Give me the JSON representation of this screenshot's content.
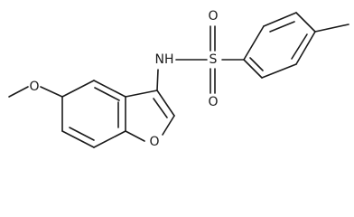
{
  "molecule": {
    "atom_labels": {
      "methoxy_oxygen": "O",
      "furan_oxygen": "O",
      "amine": "NH",
      "sulfur": "S",
      "sulfonyl_oxygen_top": "O",
      "sulfonyl_oxygen_bottom": "O"
    },
    "colors": {
      "bond": "#1a1a1a",
      "label": "#1a1a1a",
      "background": "#ffffff"
    }
  }
}
